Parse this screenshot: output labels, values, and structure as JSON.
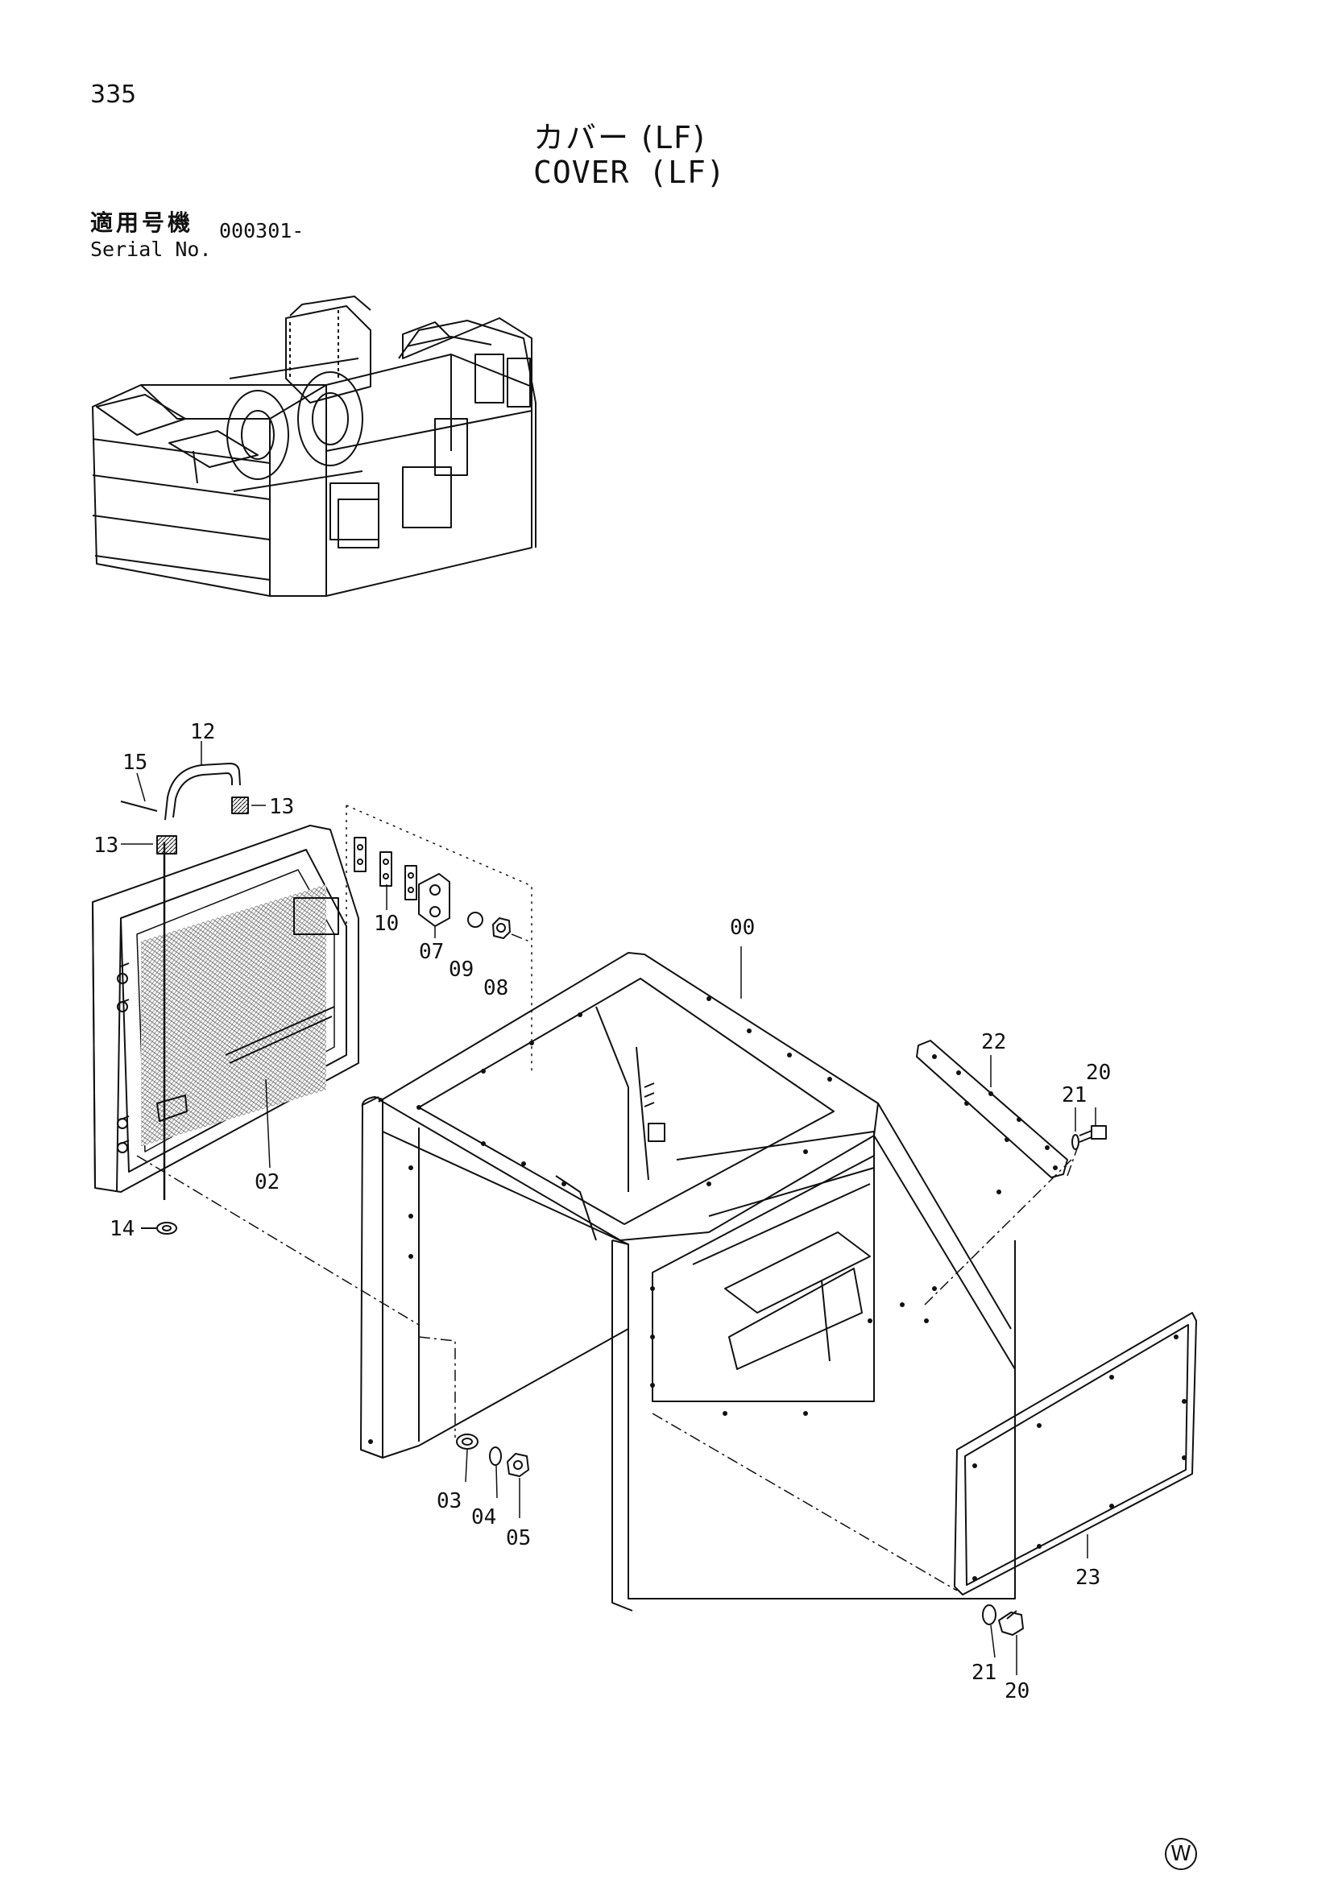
{
  "page": {
    "number": "335",
    "title_jp": "カバー (LF)",
    "title_en": "COVER (LF)",
    "serial_label_jp": "適用号機",
    "serial_label_en": "Serial No.",
    "serial_value": "000301-",
    "corner_mark": "W"
  },
  "callouts": [
    {
      "id": "c12",
      "label": "12"
    },
    {
      "id": "c15",
      "label": "15"
    },
    {
      "id": "c13a",
      "label": "13"
    },
    {
      "id": "c13b",
      "label": "13"
    },
    {
      "id": "c10",
      "label": "10"
    },
    {
      "id": "c07",
      "label": "07"
    },
    {
      "id": "c09",
      "label": "09"
    },
    {
      "id": "c08",
      "label": "08"
    },
    {
      "id": "c00",
      "label": "00"
    },
    {
      "id": "c02",
      "label": "02"
    },
    {
      "id": "c14",
      "label": "14"
    },
    {
      "id": "c22",
      "label": "22"
    },
    {
      "id": "c20a",
      "label": "20"
    },
    {
      "id": "c21a",
      "label": "21"
    },
    {
      "id": "c03",
      "label": "03"
    },
    {
      "id": "c04",
      "label": "04"
    },
    {
      "id": "c05",
      "label": "05"
    },
    {
      "id": "c23",
      "label": "23"
    },
    {
      "id": "c21b",
      "label": "21"
    },
    {
      "id": "c20b",
      "label": "20"
    }
  ]
}
